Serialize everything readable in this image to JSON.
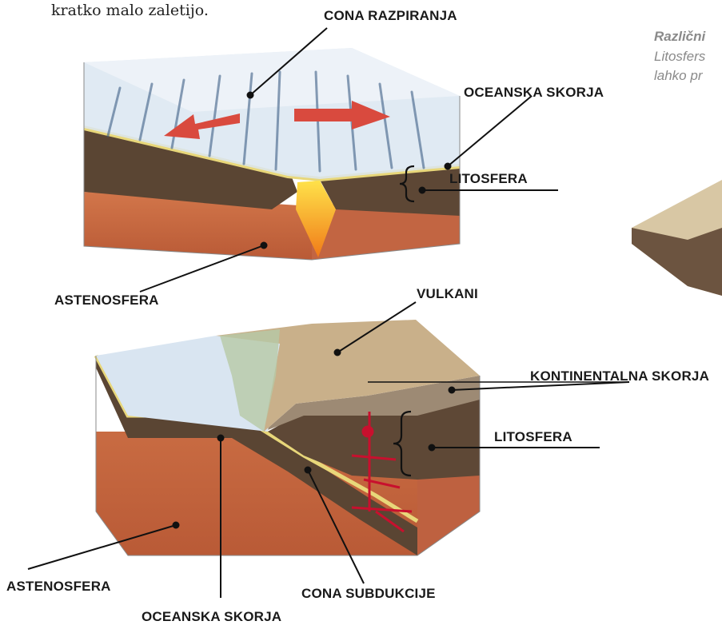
{
  "top_text": "kratko malo zaletijo.",
  "side_text": {
    "line1": "Različni",
    "line2": "Litosfers",
    "line3": "lahko pr"
  },
  "diagram_top": {
    "labels": {
      "spreading_zone": "CONA RAZPIRANJA",
      "oceanic_crust": "OCEANSKA SKORJA",
      "lithosphere": "LITOSFERA",
      "asthenosphere": "ASTENOSFERA"
    }
  },
  "diagram_bottom": {
    "labels": {
      "volcanoes": "VULKANI",
      "continental_crust": "KONTINENTALNA SKORJA",
      "lithosphere": "LITOSFERA",
      "asthenosphere": "ASTENOSFERA",
      "subduction_zone": "CONA SUBDUKCIJE",
      "oceanic_crust": "OCEANSKA SKORJA"
    }
  },
  "colors": {
    "ocean_surface": "#c9d8ea",
    "crust_yellow": "#e8d77a",
    "lithosphere_brown": "#5a4533",
    "asthenosphere_orange": "#c8673e",
    "arrow_red": "#d94a3e",
    "magma": "#f4a020",
    "continent_tan": "#c9b08a"
  }
}
